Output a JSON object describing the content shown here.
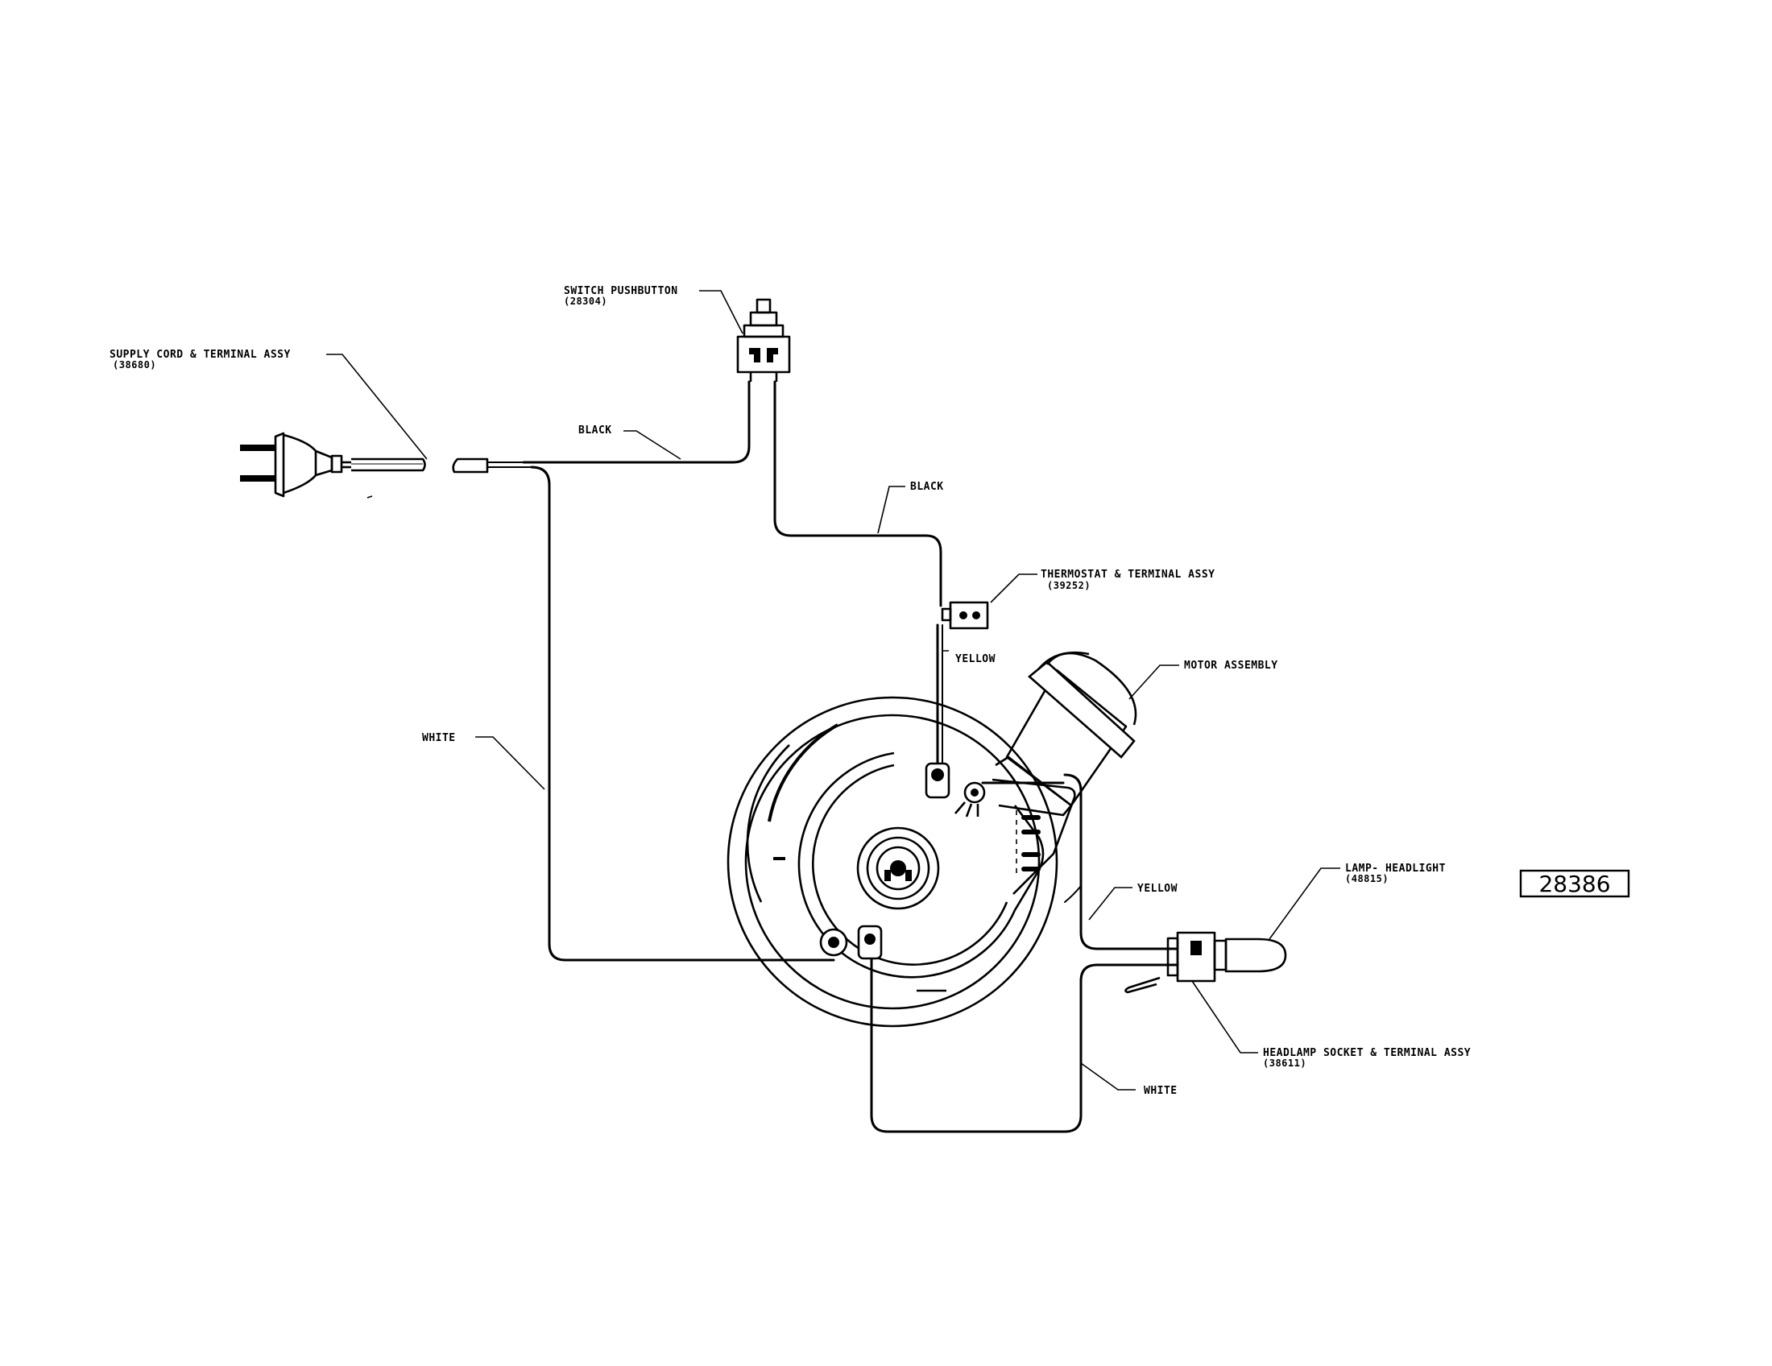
{
  "labels": {
    "switch_pushbutton": "SWITCH PUSHBUTTON",
    "switch_pushbutton_part": "(28304)",
    "supply_cord": "SUPPLY CORD & TERMINAL ASSY",
    "supply_cord_part": "(38680)",
    "black_1": "BLACK",
    "black_2": "BLACK",
    "thermostat": "THERMOSTAT & TERMINAL ASSY",
    "thermostat_part": "(39252)",
    "yellow_1": "YELLOW",
    "motor_assembly": "MOTOR ASSEMBLY",
    "white_1": "WHITE",
    "yellow_2": "YELLOW",
    "lamp_headlight": "LAMP- HEADLIGHT",
    "lamp_headlight_part": "(48815)",
    "headlamp_socket": "HEADLAMP SOCKET & TERMINAL ASSY",
    "headlamp_socket_part": "(38611)",
    "white_2": "WHITE",
    "diagram_number": "28386"
  }
}
